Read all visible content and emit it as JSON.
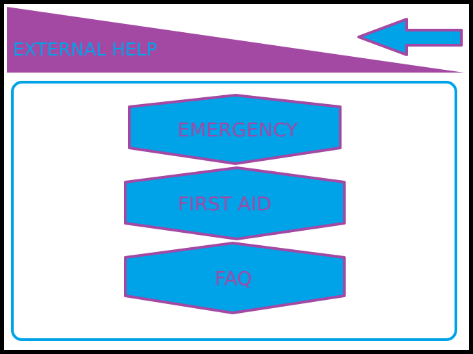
{
  "header": {
    "title": "EXTERNAL HELP",
    "back_icon": "arrow-left-icon"
  },
  "menu": {
    "items": [
      {
        "label": "EMERGENCY"
      },
      {
        "label": "FIRST AID"
      },
      {
        "label": "FAQ"
      }
    ]
  },
  "colors": {
    "banner": "#a349a4",
    "title_text": "#00a2e8",
    "arrow_fill": "#00a2e8",
    "arrow_stroke": "#a349a4",
    "panel_border": "#00a2e8",
    "button_fill": "#00a2e8",
    "button_stroke": "#a349a4",
    "button_text": "#a349a4"
  }
}
